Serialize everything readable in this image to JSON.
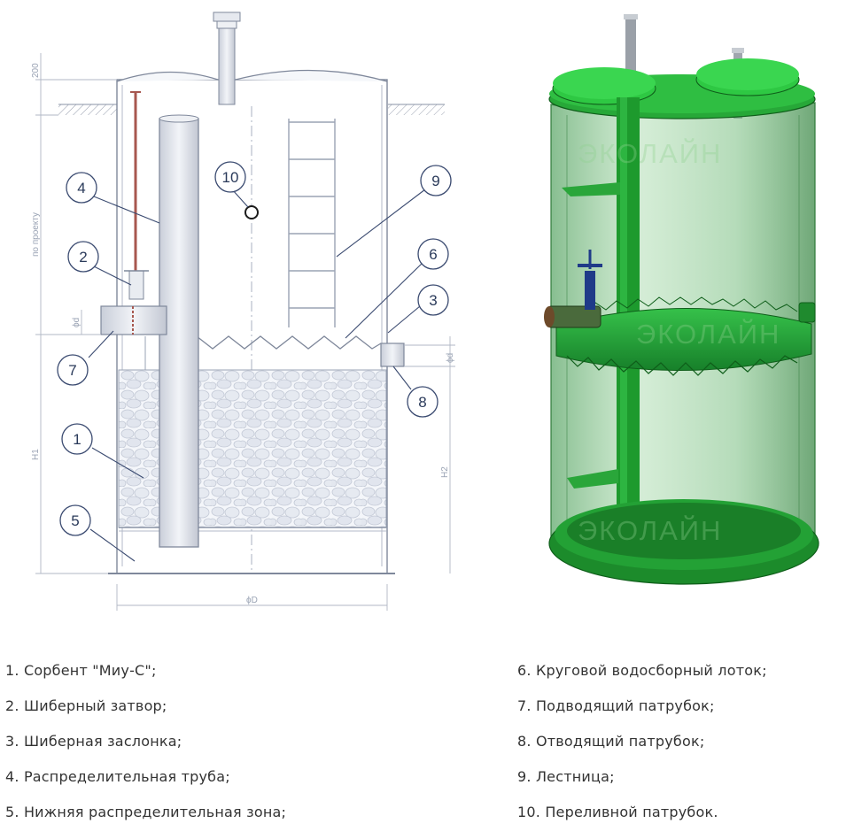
{
  "callouts": [
    "1",
    "2",
    "3",
    "4",
    "5",
    "6",
    "7",
    "8",
    "9",
    "10"
  ],
  "dimensions": {
    "top": "200",
    "side": "по проекту",
    "inlet_dia": "ϕd",
    "outlet_dia": "ϕd",
    "h1": "H1",
    "h2": "H2",
    "diameter": "ϕD"
  },
  "watermark": [
    "ЭКОЛАЙН",
    "ЭКОЛАЙН",
    "ЭКОЛАЙН"
  ],
  "legend": {
    "left": [
      "1. Сорбент \"Миу-С\";",
      "2. Шиберный затвор;",
      "3. Шиберная заслонка;",
      "4. Распределительная труба;",
      "5. Нижняя распределительная зона;"
    ],
    "right": [
      "6. Круговой водосборный лоток;",
      "7. Подводящий патрубок;",
      "8. Отводящий патрубок;",
      "9. Лестница;",
      "10. Переливной патрубок."
    ]
  },
  "colors": {
    "line": "#8a93a6",
    "callout": "#2a3a5a",
    "tank_green": "#1f9a2e",
    "tank_dark": "#0f5e1a"
  }
}
